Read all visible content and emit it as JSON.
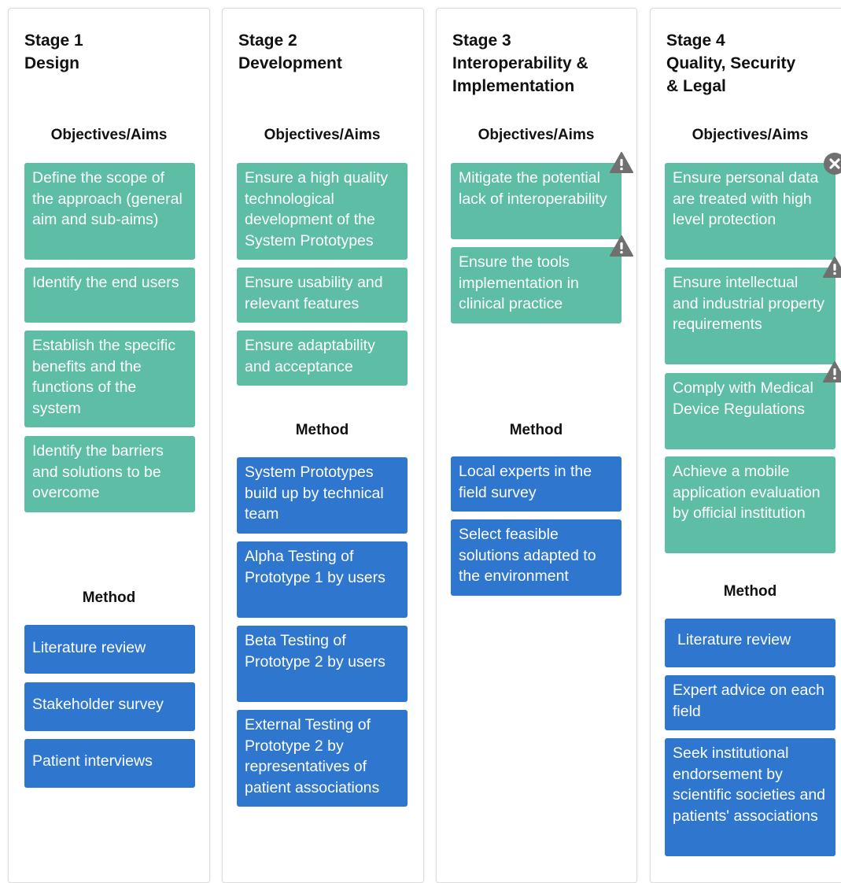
{
  "colors": {
    "objective": "#5dbda5",
    "method": "#2f76cf",
    "badge": "#707070"
  },
  "stages": [
    {
      "title": "Stage 1\nDesign",
      "objectives_label": "Objectives/Aims",
      "method_label": "Method",
      "objectives": [
        "Define the scope of the approach (general aim and sub-aims)",
        "Identify the end users",
        "Establish the specific benefits and the  functions of the system",
        "Identify the barriers and solutions to be overcome"
      ],
      "methods": [
        "Literature review",
        "Stakeholder survey",
        "Patient interviews"
      ]
    },
    {
      "title": "Stage 2\nDevelopment",
      "objectives_label": "Objectives/Aims",
      "method_label": "Method",
      "objectives": [
        "Ensure a high quality technological development of the System Prototypes",
        "Ensure usability and relevant features",
        "Ensure adaptability and acceptance"
      ],
      "methods": [
        "System Prototypes build up by technical team",
        "Alpha Testing of Prototype 1 by users",
        "Beta Testing of Prototype 2 by users",
        "External Testing of Prototype 2 by representatives of patient associations"
      ]
    },
    {
      "title": "Stage 3\nInteroperability &\nImplementation",
      "objectives_label": "Objectives/Aims",
      "method_label": "Method",
      "objectives": [
        "Mitigate the potential lack of interoperability",
        "Ensure the tools implementation in clinical practice"
      ],
      "methods": [
        "Local experts in the field survey",
        "Select feasible solutions adapted to the environment"
      ]
    },
    {
      "title": "Stage 4\nQuality, Security\n& Legal",
      "objectives_label": "Objectives/Aims",
      "method_label": "Method",
      "objectives": [
        "Ensure personal data are treated with high level protection",
        "Ensure intellectual and industrial property requirements",
        "Comply with Medical Device Regulations",
        "Achieve a mobile application evaluation by official institution"
      ],
      "methods": [
        "Literature review",
        "Expert advice on each field",
        "Seek institutional endorsement by scientific societies and patients' associations"
      ]
    }
  ]
}
